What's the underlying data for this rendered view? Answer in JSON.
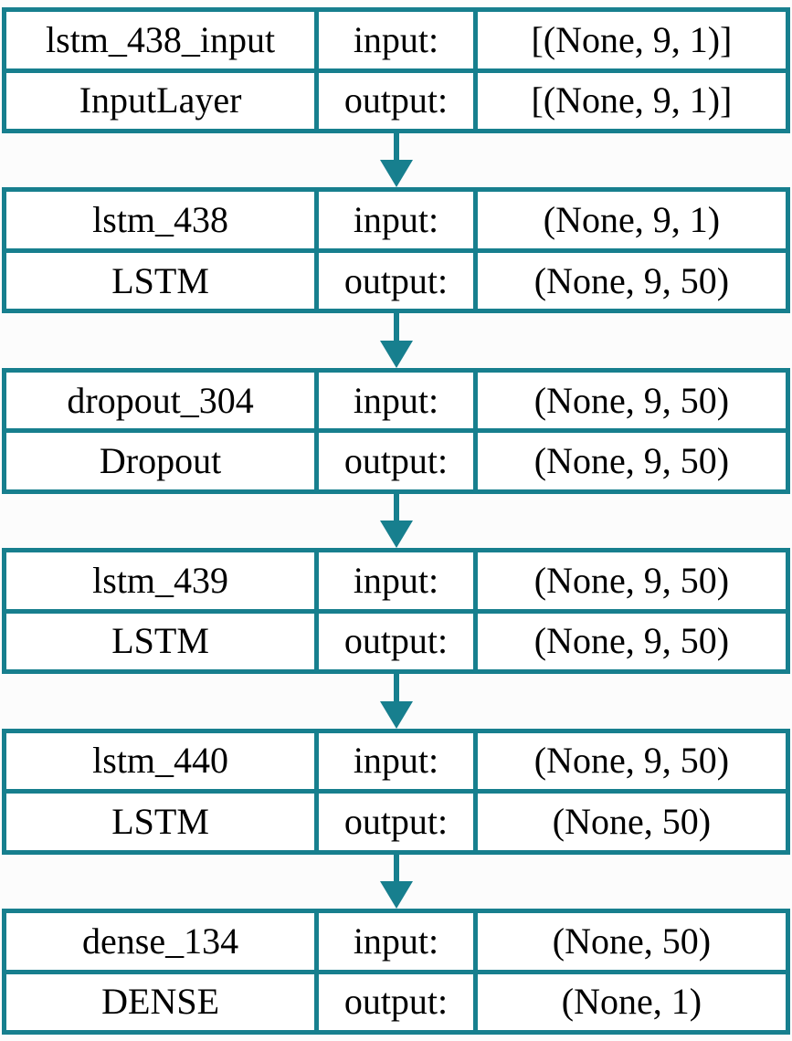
{
  "diagram": {
    "kind": "keras-model-architecture",
    "colors": {
      "border": "#177f8e",
      "arrow": "#177f8e",
      "cell_bg": "#ffffff",
      "text": "#000000",
      "page_bg": "#fcfcfc"
    },
    "row_labels": {
      "input": "input:",
      "output": "output:"
    },
    "layers": [
      {
        "name": "lstm_438_input",
        "type": "InputLayer",
        "input_shape": "[(None, 9, 1)]",
        "output_shape": "[(None, 9, 1)]"
      },
      {
        "name": "lstm_438",
        "type": "LSTM",
        "input_shape": "(None, 9, 1)",
        "output_shape": "(None, 9, 50)"
      },
      {
        "name": "dropout_304",
        "type": "Dropout",
        "input_shape": "(None, 9, 50)",
        "output_shape": "(None, 9, 50)"
      },
      {
        "name": "lstm_439",
        "type": "LSTM",
        "input_shape": "(None, 9, 50)",
        "output_shape": "(None, 9, 50)"
      },
      {
        "name": "lstm_440",
        "type": "LSTM",
        "input_shape": "(None, 9, 50)",
        "output_shape": "(None, 50)"
      },
      {
        "name": "dense_134",
        "type": "DENSE",
        "input_shape": "(None, 50)",
        "output_shape": "(None, 1)"
      }
    ]
  }
}
